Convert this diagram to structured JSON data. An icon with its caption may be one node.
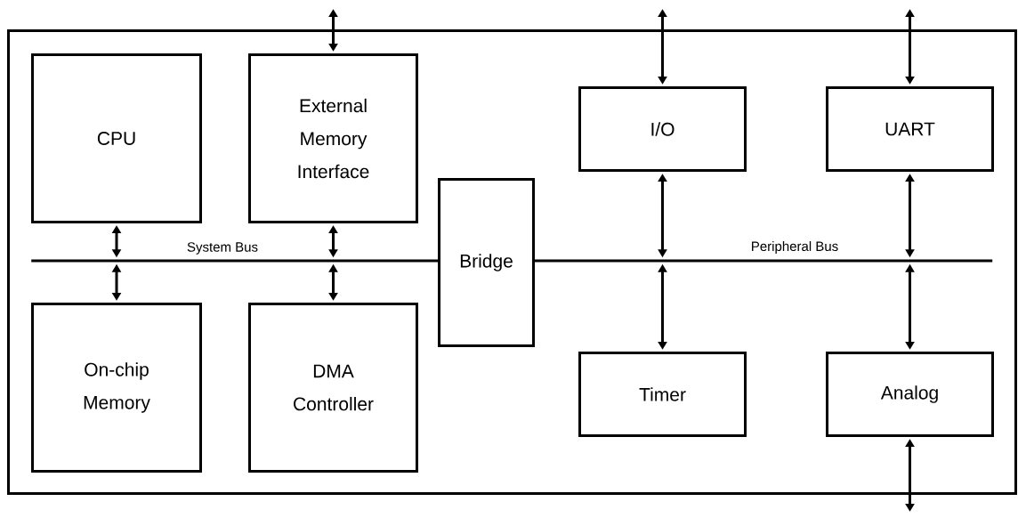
{
  "diagram": {
    "nodes": [
      {
        "text": [],
        "shape": "box"
      },
      {
        "text": [
          "CPU"
        ],
        "in": 0
      },
      {
        "text": [
          "External Memory Interface"
        ],
        "in": 0
      },
      {
        "text": [
          "I/O"
        ],
        "in": 0
      },
      {
        "text": [
          "UART"
        ],
        "in": 0
      },
      {
        "text": [
          "System Bus"
        ],
        "in": 0
      },
      {
        "text": [
          "Bridge"
        ],
        "in": 0
      },
      {
        "text": [
          "Peripheral Bus"
        ],
        "in": 0
      },
      {
        "text": [
          "On-chip Memory"
        ],
        "in": 0
      },
      {
        "text": [
          "DMA Controller"
        ],
        "in": 0
      },
      {
        "text": [
          "Timer"
        ],
        "in": 0
      },
      {
        "text": [
          "Analog"
        ],
        "in": 0
      }
    ],
    "edges": [
      {
        "from": null,
        "to": 2,
        "arrow": "both"
      },
      {
        "from": null,
        "to": 3,
        "arrow": "both"
      },
      {
        "from": null,
        "to": 4,
        "arrow": "both"
      },
      {
        "from": 1,
        "to": 5,
        "arrow": "both"
      },
      {
        "from": 2,
        "to": 5,
        "arrow": "both"
      },
      {
        "from": 5,
        "to": 8,
        "arrow": "both"
      },
      {
        "from": 5,
        "to": 9,
        "arrow": "both"
      },
      {
        "from": 3,
        "to": 7,
        "arrow": "both"
      },
      {
        "from": 4,
        "to": 7,
        "arrow": "both"
      },
      {
        "from": 7,
        "to": 10,
        "arrow": "both"
      },
      {
        "from": 7,
        "to": 11,
        "arrow": "both"
      },
      {
        "from": 11,
        "to": null,
        "arrow": "both"
      }
    ]
  }
}
